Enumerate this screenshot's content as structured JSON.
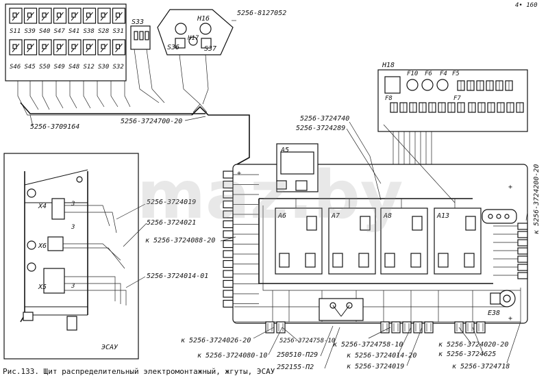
{
  "switches_top": [
    "S11",
    "S39",
    "S40",
    "S47",
    "S41",
    "S38",
    "S28",
    "S31"
  ],
  "switches_bottom": [
    "S46",
    "S45",
    "S50",
    "S49",
    "S48",
    "S12",
    "S30",
    "S32"
  ],
  "switch_s33": "S33",
  "ignition_block": {
    "h16": "H16",
    "h17": "H17",
    "s36": "S36",
    "s37": "S37",
    "ref": "5256-8127052",
    "corner_mark": "4• 160"
  },
  "fuse_block": {
    "h18": "H18",
    "f10": "F10",
    "f6": "F6",
    "f4": "F4",
    "f5": "F5",
    "f7": "F7",
    "f8": "F8"
  },
  "relays": {
    "a5": "A5",
    "a6": "A6",
    "a7": "A7",
    "a8": "A8",
    "a13": "A13"
  },
  "esau": {
    "title": "ЭСАУ",
    "x4": "X4",
    "x6": "X6",
    "x5": "X5",
    "pin3": "3"
  },
  "e38": "E38",
  "refs": {
    "r_3709164": "5256-3709164",
    "r_3724700": "5256-3724700-20",
    "r_3724740": "5256-3724740",
    "r_3724289": "5256-3724289",
    "r_3724019_left": "5256-3724019",
    "r_3724021": "5256-3724021",
    "r_3724088": "к 5256-3724088-20",
    "r_3724014_01": "5256-3724014-01",
    "r_3724200": "к 5256-3724200-20",
    "r_3724026": "к 5256-3724026-20",
    "r_3724080": "к 5256-3724080-10",
    "r_3724758_top": "5256-3724758-10",
    "r_250510": "250510-П29",
    "r_252155": "252155-П2",
    "r_3724758_10": "к 5256-3724758-10",
    "r_3724014_20": "к 5256-3724014-20",
    "r_3724019_bot": "к 5256-3724019",
    "r_3724020": "к 5256-3724020-20",
    "r_3724625": "к 5256-3724625",
    "r_3724718": "к 5256-3724718"
  },
  "caption": "Рис.133. Щит распределительный электромонтажный, жгуты, ЭСАУ",
  "watermark": "maz.by"
}
